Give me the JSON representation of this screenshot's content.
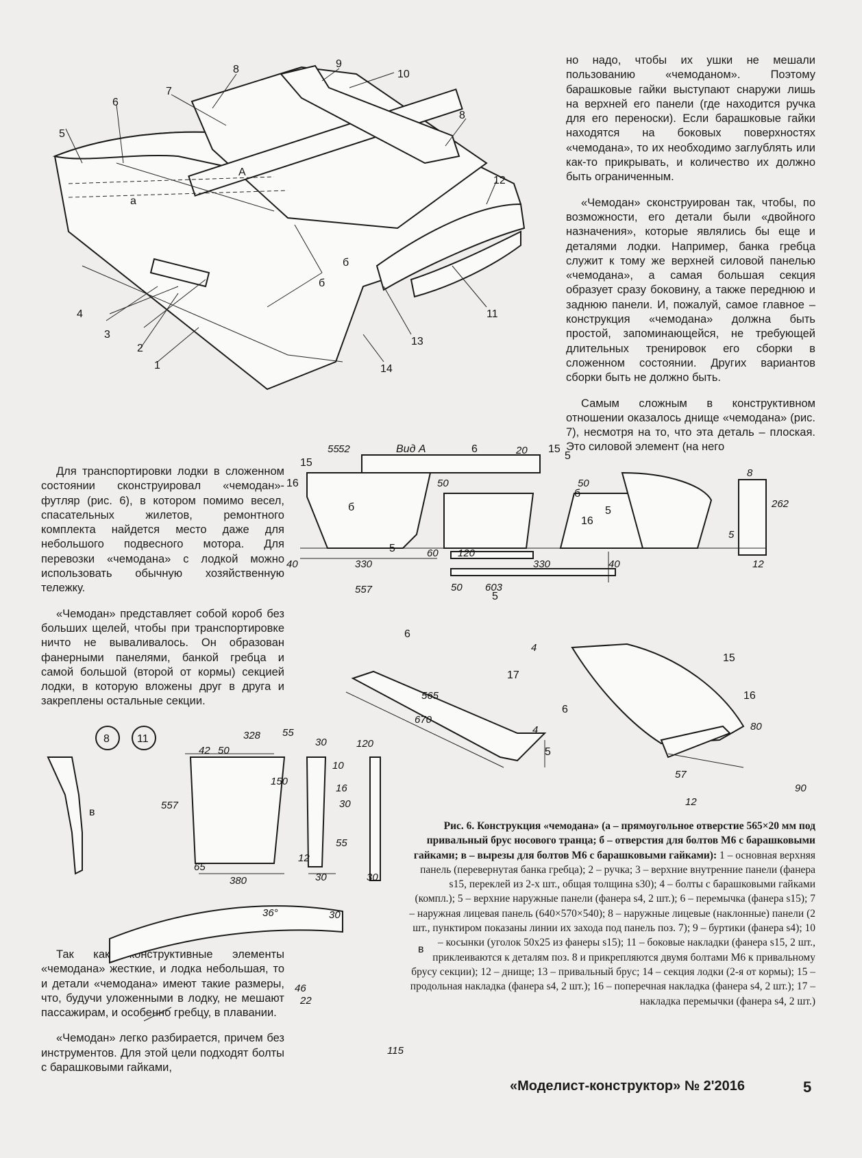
{
  "right_column": [
    "но надо, чтобы их ушки не мешали пользованию «чемоданом». Поэтому барашковые гайки выступают снаружи лишь на верхней его панели (где находится ручка для его переноски). Если барашковые гайки находятся на боковых поверхностях «чемодана», то их необходимо заглублять или как-то прикрывать, и количество их должно быть ограниченным.",
    "«Чемодан» сконструирован так, чтобы, по возможности, его детали были «двойного назначения», которые являлись бы еще и деталями лодки. Например, банка гребца служит к тому же верхней силовой панелью «чемодана», а самая большая секция образует сразу боковину, а также переднюю и заднюю панели. И, пожалуй, самое главное – конструкция «чемодана» должна быть простой, запоминающейся, не требующей длительных тренировок его сборки в сложенном состоянии. Других вариантов сборки быть не должно быть.",
    "Самым сложным в конструктивном отношении оказалось днище «чемодана» (рис. 7), несмотря на то, что эта деталь – плоская. Это силовой элемент (на него"
  ],
  "left_column_top": [
    "Для транспортировки лодки в сложенном состоянии сконструировал «чемодан»-футляр (рис. 6), в котором помимо весел, спасательных жилетов, ремонтного комплекта найдется место даже для небольшого подвесного мотора. Для перевозки «чемодана» с лодкой можно использовать обычную хозяйственную тележку.",
    "«Чемодан» представляет собой короб без больших щелей, чтобы при транспортировке ничто не вываливалось. Он образован фанерными панелями, банкой гребца и самой большой (второй от кормы) секцией лодки, в которую вложены друг в друга и закреплены остальные секции."
  ],
  "left_column_bottom": [
    "Так как конструктивные элементы «чемодана» жесткие, и лодка небольшая, то и детали «чемодана» имеют такие размеры, что, будучи уложенными в лодку, не мешают пассажирам, и особенно гребцу, в плавании.",
    "«Чемодан» легко разбирается, причем без инструментов. Для этой цели подходят болты с барашковыми гайками,"
  ],
  "caption": {
    "title": "Рис. 6. Конструкция «чемодана»",
    "intro": " (а – прямоугольное отверстие 565×20 мм под привальный брус носового транца; б – отверстия для болтов М6 с барашковыми гайками; в – вырезы для болтов М6 с барашковыми гайками):",
    "body": "1 – основная верхняя панель (перевернутая банка гребца); 2 – ручка; 3 – верхние внутренние панели (фанера s15, переклей из 2-х шт., общая толщина s30); 4 – болты с барашковыми гайками (компл.); 5 – верхние наружные панели (фанера s4, 2 шт.); 6 – перемычка (фанера s15); 7 – наружная лицевая панель (640×570×540); 8 – наружные лицевые (наклонные) панели (2 шт., пунктиром показаны линии их захода под панель поз. 7); 9 – буртики (фанера s4); 10 – косынки (уголок 50х25 из фанеры s15); 11 – боковые накладки (фанера s15, 2 шт., приклеиваются к деталям поз. 8 и прикрепляются двумя болтами М6 к привальному брусу секции); 12 – днище; 13 – привальный брус; 14 – секция лодки (2-я от кормы); 15 – продольная накладка (фанера s4, 2 шт.); 16 – поперечная накладка (фанера s4, 2 шт.); 17 – накладка перемычки (фанера s4, 2 шт.)"
  },
  "footer": {
    "journal": "«Моделист-конструктор» № 2'2016",
    "page": "5"
  },
  "figure_main": {
    "labels": [
      "1",
      "2",
      "3",
      "4",
      "5",
      "6",
      "7",
      "8",
      "8",
      "9",
      "10",
      "11",
      "12",
      "13",
      "14",
      "а",
      "А",
      "б",
      "б"
    ]
  },
  "figure_view_a": {
    "title": "Вид А",
    "labels": [
      "6",
      "15",
      "15",
      "16",
      "16",
      "5",
      "5",
      "5",
      "5",
      "б",
      "б"
    ],
    "dims": [
      "55",
      "52",
      "20",
      "50",
      "50",
      "8",
      "262",
      "5",
      "60",
      "120",
      "40",
      "330",
      "330",
      "40",
      "557",
      "50",
      "603",
      "12"
    ]
  },
  "figure_perspective": {
    "labels": [
      "6",
      "6",
      "17",
      "15",
      "16",
      "5"
    ],
    "dims": [
      "565",
      "670",
      "4",
      "4",
      "80",
      "57",
      "90",
      "12"
    ]
  },
  "figure_panels": {
    "circles": [
      "8",
      "11"
    ],
    "labels": [
      "в",
      "в"
    ],
    "dims": [
      "328",
      "55",
      "42",
      "50",
      "30",
      "120",
      "10",
      "150",
      "557",
      "16",
      "30",
      "55",
      "12",
      "65",
      "380",
      "30",
      "30",
      "36°",
      "30",
      "46",
      "22",
      "115"
    ]
  }
}
